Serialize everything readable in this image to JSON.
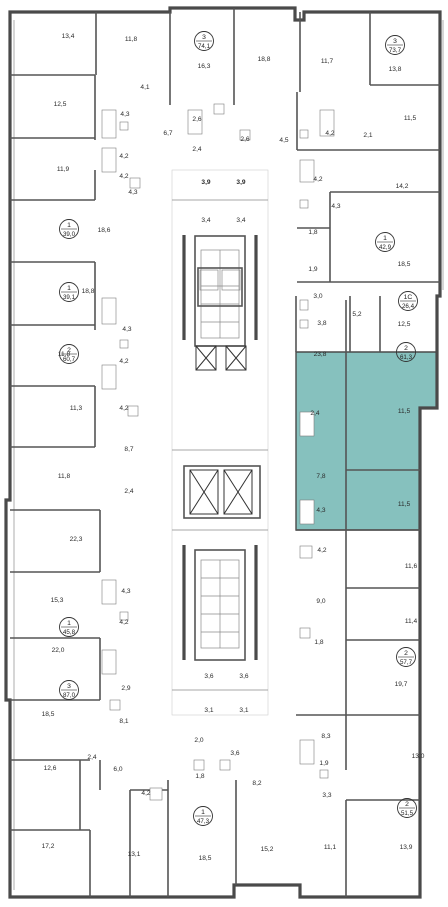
{
  "plan": {
    "highlight_color": "#86c1be",
    "apartments": [
      {
        "id": "apt-74-1",
        "rooms": "3",
        "area": "74,1"
      },
      {
        "id": "apt-73-7",
        "rooms": "3",
        "area": "73,7"
      },
      {
        "id": "apt-39-0",
        "rooms": "1",
        "area": "39,0"
      },
      {
        "id": "apt-42-9",
        "rooms": "1",
        "area": "42,9"
      },
      {
        "id": "apt-39-1",
        "rooms": "1",
        "area": "39,1"
      },
      {
        "id": "apt-26-4",
        "rooms": "1С",
        "area": "26,4"
      },
      {
        "id": "apt-61-3",
        "rooms": "2",
        "area": "61,3"
      },
      {
        "id": "apt-60-7",
        "rooms": "2",
        "area": "60,7"
      },
      {
        "id": "apt-45-8",
        "rooms": "1",
        "area": "45,8"
      },
      {
        "id": "apt-57-7",
        "rooms": "2",
        "area": "57,7"
      },
      {
        "id": "apt-87-0",
        "rooms": "3",
        "area": "87,0"
      },
      {
        "id": "apt-47-3",
        "rooms": "1",
        "area": "47,3"
      },
      {
        "id": "apt-51-5",
        "rooms": "2",
        "area": "51,5"
      }
    ],
    "rooms": [
      "13,4",
      "11,8",
      "16,3",
      "18,8",
      "11,7",
      "13,8",
      "4,1",
      "12,5",
      "4,3",
      "6,7",
      "2,6",
      "2,6",
      "2,4",
      "4,5",
      "4,2",
      "2,1",
      "11,5",
      "11,9",
      "4,2",
      "4,3",
      "4,2",
      "3,9",
      "3,9",
      "14,2",
      "4,3",
      "3,4",
      "3,4",
      "4,2",
      "18,6",
      "1,8",
      "18,5",
      "1,9",
      "18,8",
      "3,0",
      "5,2",
      "12,5",
      "4,3",
      "3,8",
      "11,8",
      "4,2",
      "23,8",
      "4,2",
      "11,3",
      "2,4",
      "11,5",
      "8,7",
      "7,8",
      "11,8",
      "2,4",
      "4,3",
      "11,5",
      "22,3",
      "4,2",
      "11,6",
      "15,3",
      "4,3",
      "9,0",
      "4,2",
      "11,4",
      "22,0",
      "1,8",
      "3,6",
      "3,6",
      "19,7",
      "2,9",
      "18,5",
      "3,1",
      "3,1",
      "8,3",
      "8,1",
      "2,0",
      "3,6",
      "1,9",
      "13,0",
      "2,4",
      "12,6",
      "6,0",
      "4,2",
      "1,8",
      "8,2",
      "3,3",
      "17,2",
      "13,1",
      "18,5",
      "15,2",
      "11,1",
      "13,9"
    ]
  }
}
